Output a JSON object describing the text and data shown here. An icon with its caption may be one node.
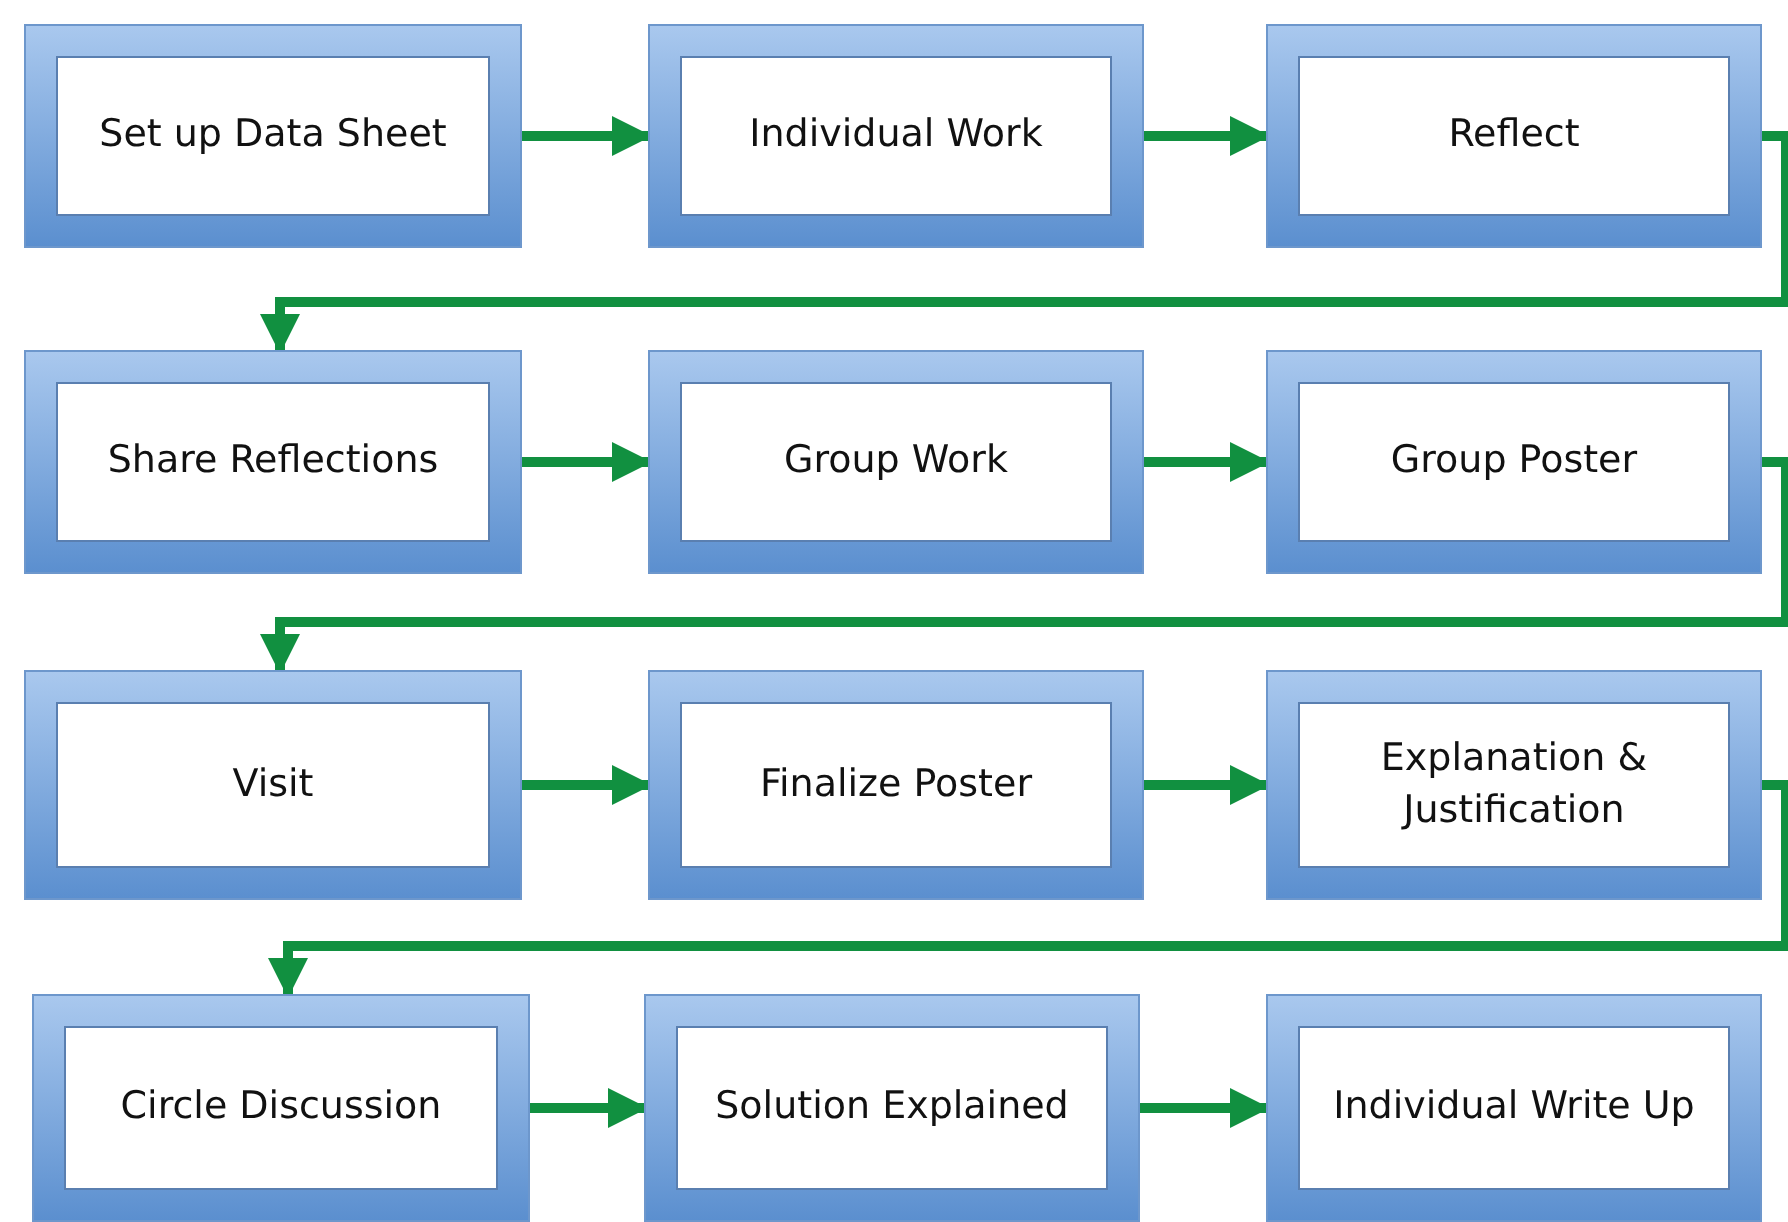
{
  "diagram": {
    "nodes": [
      {
        "text": [
          "Set up Data Sheet"
        ]
      },
      {
        "text": [
          "Individual Work"
        ]
      },
      {
        "text": [
          "Reflect"
        ]
      },
      {
        "text": [
          "Share Reflections"
        ]
      },
      {
        "text": [
          "Group Work"
        ]
      },
      {
        "text": [
          "Group Poster"
        ]
      },
      {
        "text": [
          "Visit"
        ]
      },
      {
        "text": [
          "Finalize Poster"
        ]
      },
      {
        "text": [
          "Explanation & Justification"
        ]
      },
      {
        "text": [
          "Circle Discussion"
        ]
      },
      {
        "text": [
          "Solution Explained"
        ]
      },
      {
        "text": [
          "Individual Write Up"
        ]
      }
    ],
    "edges": [
      {
        "from": 0,
        "to": 1,
        "arrow": "to"
      },
      {
        "from": 1,
        "to": 2,
        "arrow": "to"
      },
      {
        "from": 2,
        "to": 3,
        "arrow": "to"
      },
      {
        "from": 3,
        "to": 4,
        "arrow": "to"
      },
      {
        "from": 4,
        "to": 5,
        "arrow": "to"
      },
      {
        "from": 5,
        "to": 6,
        "arrow": "to"
      },
      {
        "from": 6,
        "to": 7,
        "arrow": "to"
      },
      {
        "from": 7,
        "to": 8,
        "arrow": "to"
      },
      {
        "from": 8,
        "to": 9,
        "arrow": "to"
      },
      {
        "from": 9,
        "to": 10,
        "arrow": "to"
      },
      {
        "from": 10,
        "to": 11,
        "arrow": "to"
      }
    ]
  }
}
